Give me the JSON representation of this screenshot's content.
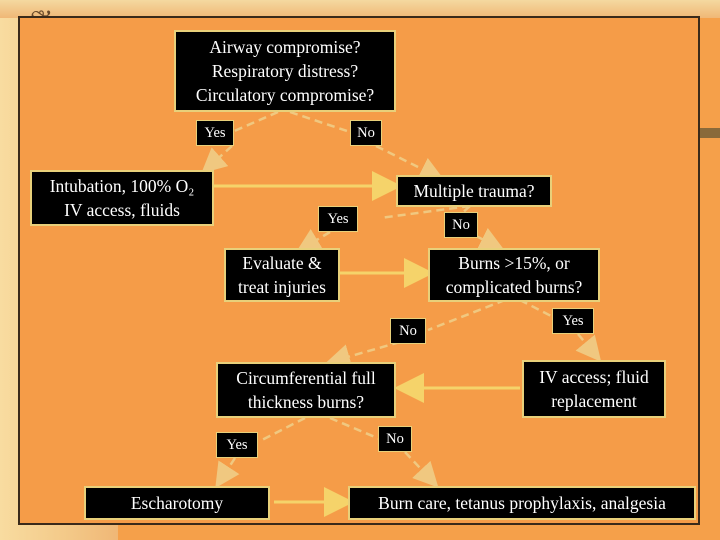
{
  "nodes": {
    "airway": [
      "Airway compromise?",
      "Respiratory distress?",
      "Circulatory compromise?"
    ],
    "intubation": [
      "Intubation, 100% O₂",
      "IV access, fluids"
    ],
    "trauma": [
      "Multiple trauma?"
    ],
    "evaluate": [
      "Evaluate &",
      "treat injuries"
    ],
    "burns": [
      "Burns >15%, or",
      "complicated burns?"
    ],
    "circumferential": [
      "Circumferential full",
      "thickness burns?"
    ],
    "iv": [
      "IV access; fluid",
      "replacement"
    ],
    "escharotomy": [
      "Escharotomy"
    ],
    "burncare": [
      "Burn care, tetanus prophylaxis, analgesia"
    ]
  },
  "labels": {
    "yes1": "Yes",
    "no1": "No",
    "yes2": "Yes",
    "no2": "No",
    "no3": "No",
    "yes3": "Yes",
    "yes4": "Yes",
    "no4": "No"
  },
  "colors": {
    "background": "#f5a04a",
    "box": "#000000",
    "border": "#e8d07a",
    "arrow": "#f5d36a",
    "dashed": "#f0c880"
  }
}
